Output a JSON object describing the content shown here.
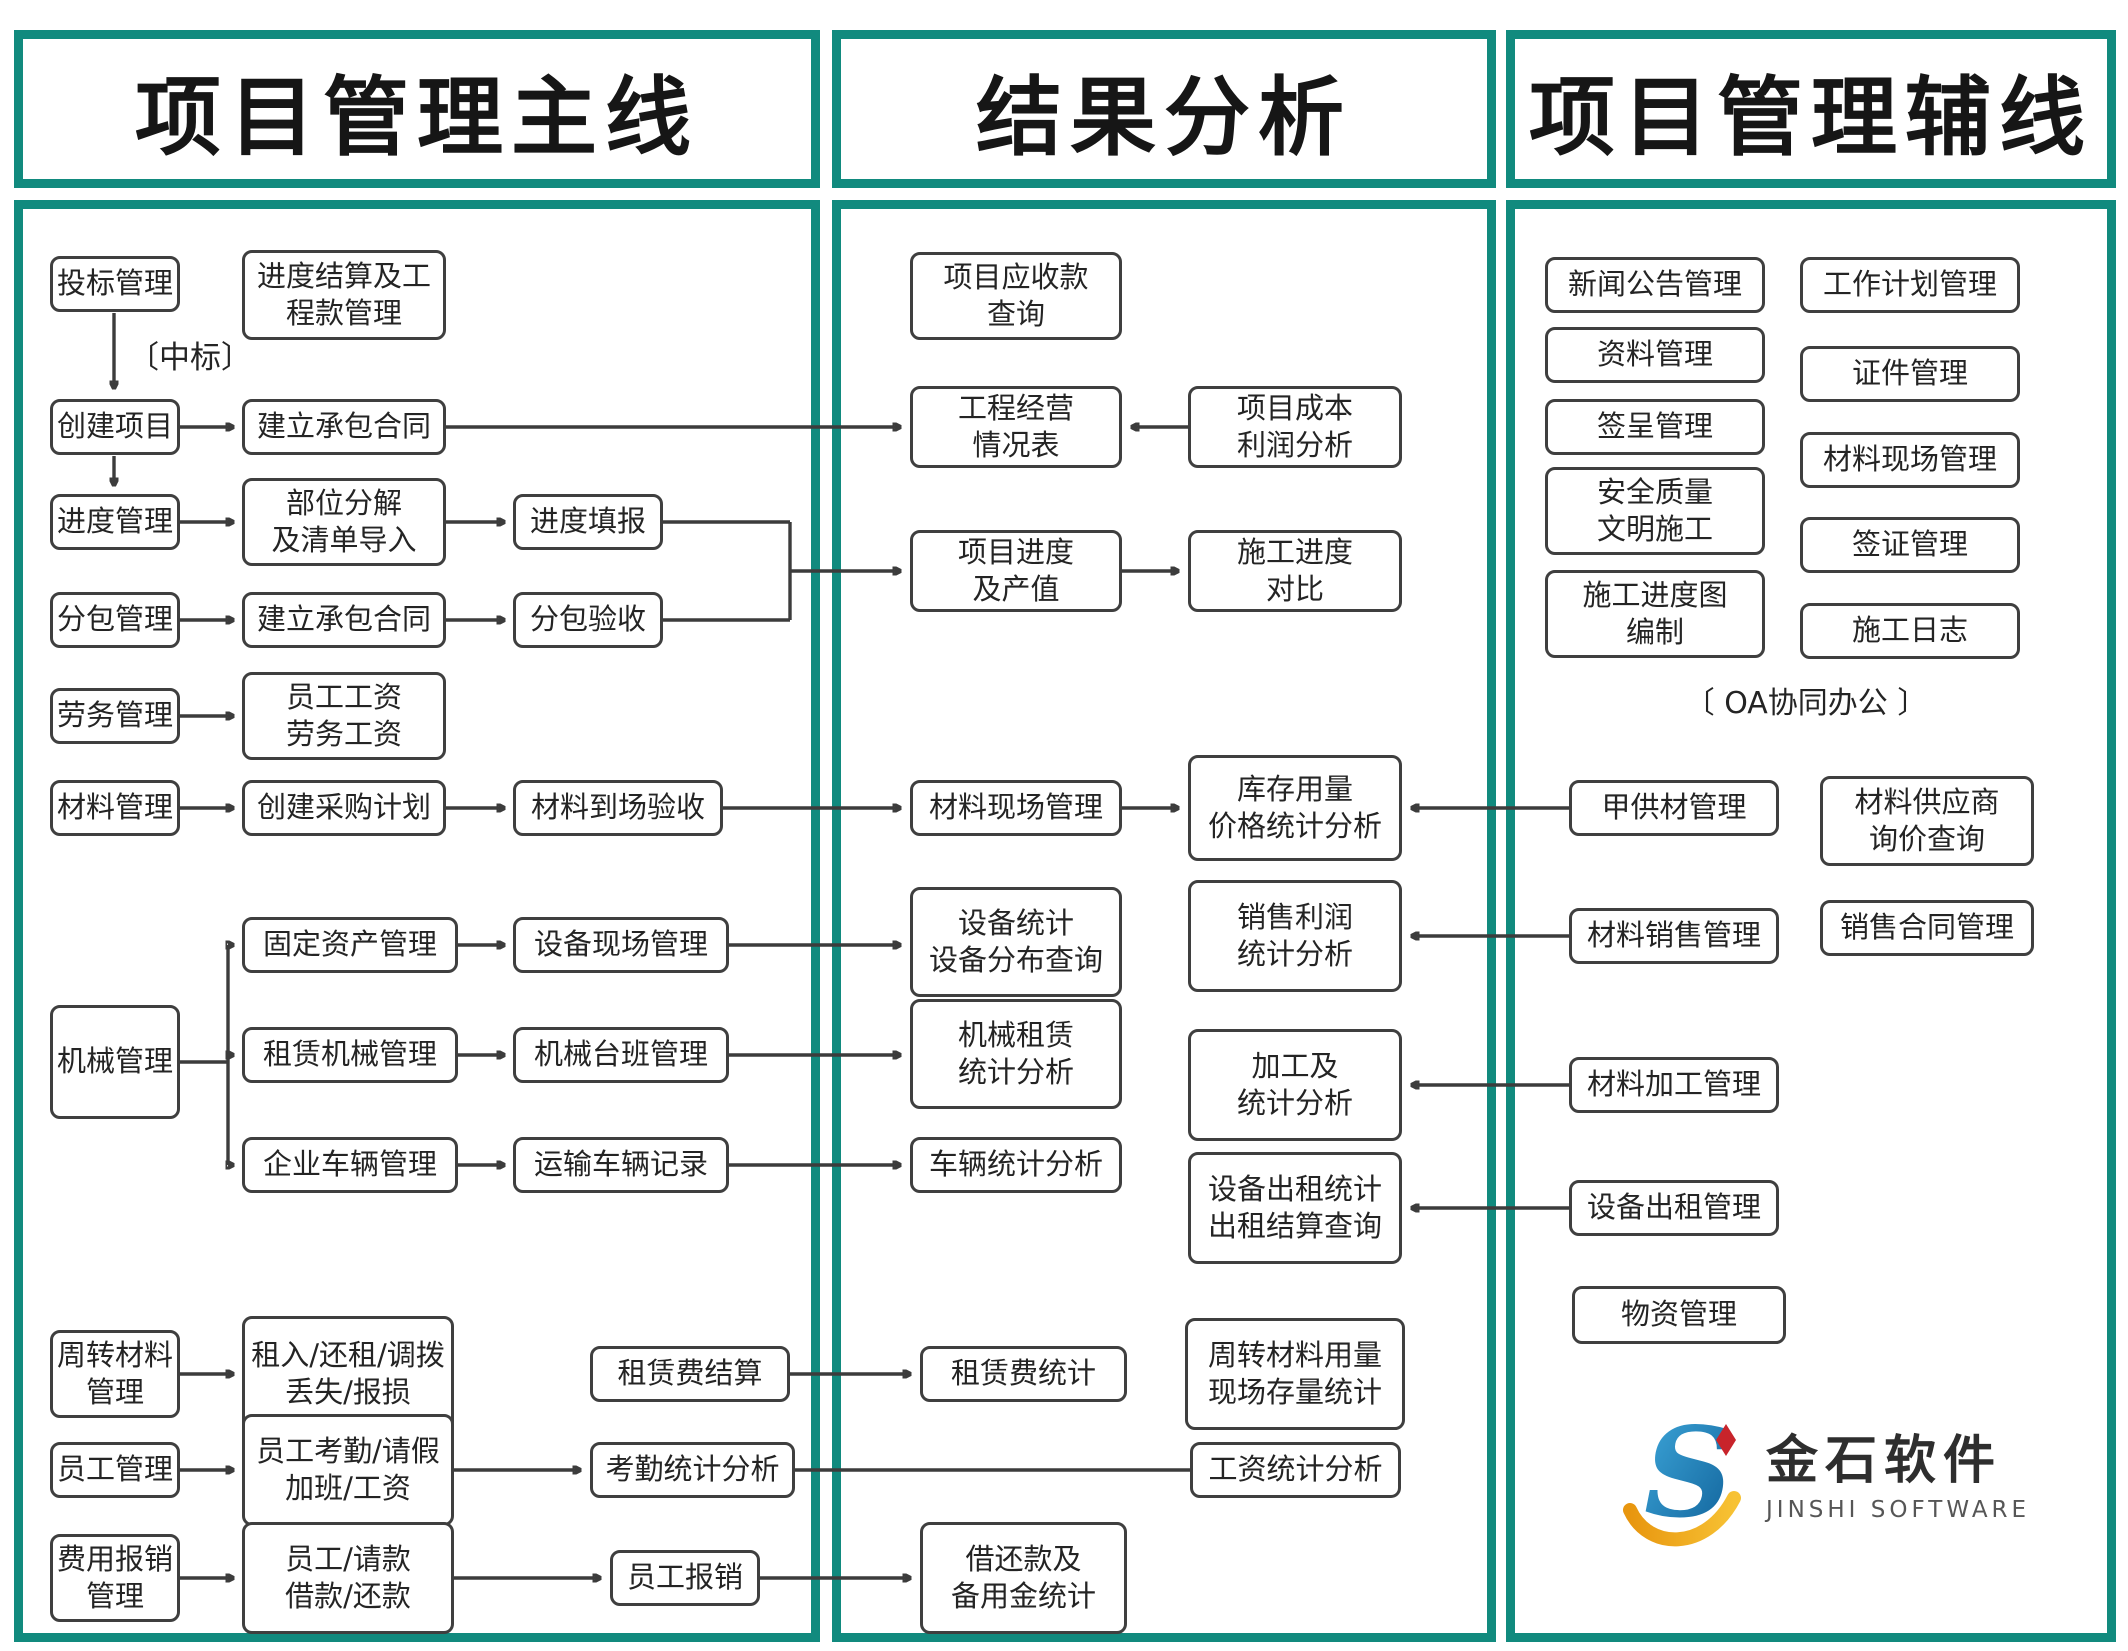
{
  "colors": {
    "frame": "#118A7E",
    "line": "#3C3C3C",
    "box_border": "#3F3F3F",
    "logo_blue": "#1B7FC4",
    "logo_blue_dark": "#0E5E96",
    "logo_yellow": "#F5A81C",
    "logo_red": "#C8242B"
  },
  "headers": {
    "main": "项目管理主线",
    "result": "结果分析",
    "aux": "项目管理辅线"
  },
  "annotations": {
    "win_bid": "〔中标〕",
    "oa": "〔 OA协同办公 〕"
  },
  "logo": {
    "name_cn": "金石软件",
    "name_en": "JINSHI SOFTWARE"
  },
  "nodes": {
    "bid": "投标管理",
    "progress_settlement": "进度结算及工\n程款管理",
    "create_project": "创建项目",
    "contract_a": "建立承包合同",
    "progress_mgmt": "进度管理",
    "decompose": "部位分解\n及清单导入",
    "progress_fill": "进度填报",
    "subcontract_mgmt": "分包管理",
    "contract_b": "建立承包合同",
    "subcontract_accept": "分包验收",
    "labor_mgmt": "劳务管理",
    "wages": "员工工资\n劳务工资",
    "material_mgmt": "材料管理",
    "purchase_plan": "创建采购计划",
    "material_arrival": "材料到场验收",
    "machinery_mgmt": "机械管理",
    "fixed_assets": "固定资产管理",
    "equip_site": "设备现场管理",
    "rental_machinery": "租赁机械管理",
    "machine_shift": "机械台班管理",
    "company_vehicles": "企业车辆管理",
    "transport_records": "运输车辆记录",
    "turnover_material": "周转材料\n管理",
    "rent_in": "租入/还租/调拨\n丢失/报损",
    "rent_fee_settle": "租赁费结算",
    "staff_mgmt": "员工管理",
    "attendance": "员工考勤/请假\n加班/工资",
    "attendance_stat": "考勤统计分析",
    "expense_mgmt": "费用报销\n管理",
    "request_loan": "员工/请款\n借款/还款",
    "staff_reimburse": "员工报销",
    "receivable": "项目应收款\n查询",
    "operation_table": "工程经营\n情况表",
    "cost_profit": "项目成本\n利润分析",
    "proj_progress_value": "项目进度\n及产值",
    "progress_compare": "施工进度\n对比",
    "material_site2": "材料现场管理",
    "stock_stat": "库存用量\n价格统计分析",
    "equip_stat": "设备统计\n设备分布查询",
    "sales_profit": "销售利润\n统计分析",
    "machine_rental_stat": "机械租赁\n统计分析",
    "processing_stat": "加工及\n统计分析",
    "vehicle_stat": "车辆统计分析",
    "equip_rent_stat": "设备出租统计\n出租结算查询",
    "rent_fee_stat": "租赁费统计",
    "turnover_stat": "周转材料用量\n现场存量统计",
    "salary_stat": "工资统计分析",
    "loan_stat": "借还款及\n备用金统计",
    "news": "新闻公告管理",
    "docs": "资料管理",
    "sign_mgmt": "签呈管理",
    "safety": "安全质量\n文明施工",
    "schedule_chart": "施工进度图\n编制",
    "work_plan": "工作计划管理",
    "certificates": "证件管理",
    "material_site3": "材料现场管理",
    "visa_mgmt": "签证管理",
    "site_log": "施工日志",
    "owner_material": "甲供材管理",
    "supplier_inquiry": "材料供应商\n询价查询",
    "material_sales": "材料销售管理",
    "sales_contract": "销售合同管理",
    "material_processing": "材料加工管理",
    "equip_rent_mgmt": "设备出租管理",
    "goods_mgmt": "物资管理"
  }
}
